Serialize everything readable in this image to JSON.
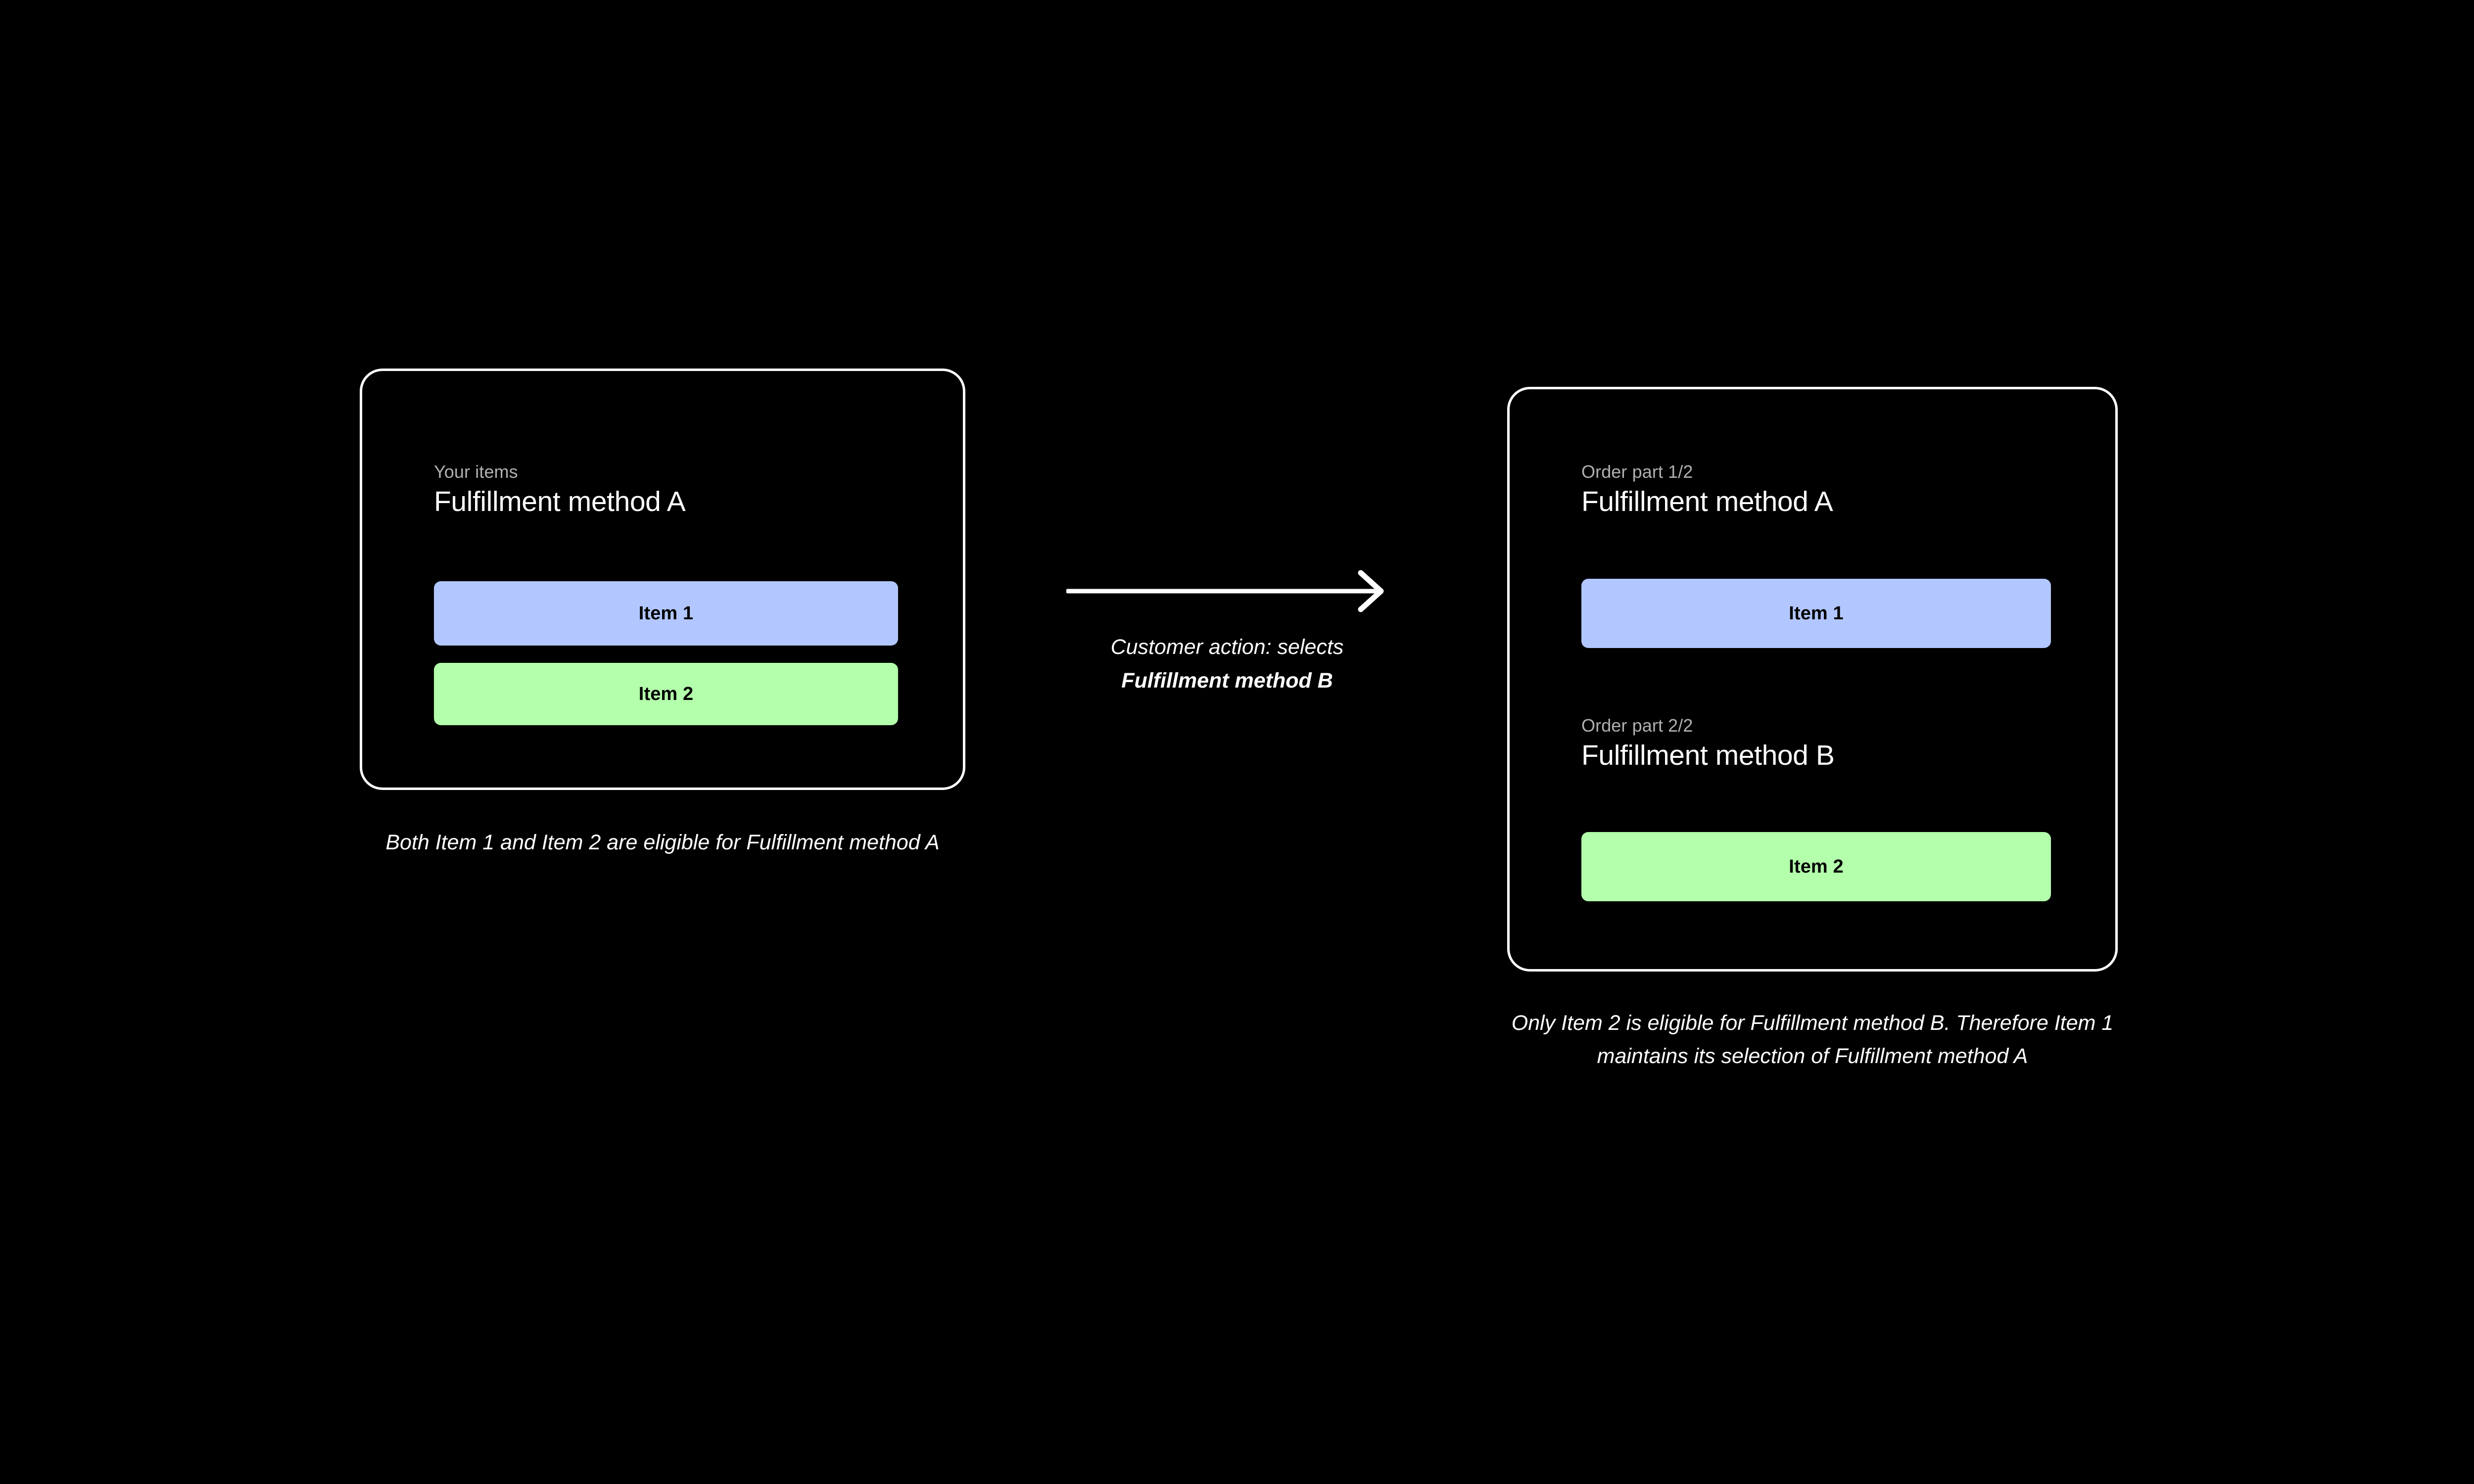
{
  "colors": {
    "background": "#000000",
    "card_border": "#ffffff",
    "text_primary": "#ffffff",
    "text_muted": "#b0b0b0",
    "chip_item1": "#b2c7ff",
    "chip_item2": "#b3ffab",
    "chip_text": "#000000",
    "arrow": "#ffffff"
  },
  "before": {
    "section": {
      "eyebrow": "Your items",
      "heading": "Fulfillment method A"
    },
    "chips": [
      {
        "label": "Item 1",
        "color": "#b2c7ff"
      },
      {
        "label": "Item 2",
        "color": "#b3ffab"
      }
    ],
    "caption": "Both Item 1 and Item 2 are eligible for Fulfillment method A"
  },
  "transition": {
    "arrow_icon": "arrow-right-icon",
    "note_prefix": "Customer action: selects ",
    "note_emphasis": "Fulfillment method B"
  },
  "after": {
    "sections": [
      {
        "eyebrow": "Order part 1/2",
        "heading": "Fulfillment method A",
        "chip": {
          "label": "Item 1",
          "color": "#b2c7ff"
        }
      },
      {
        "eyebrow": "Order part 2/2",
        "heading": "Fulfillment method B",
        "chip": {
          "label": "Item 2",
          "color": "#b3ffab"
        }
      }
    ],
    "caption": "Only Item 2 is eligible for Fulfillment method B. Therefore Item 1 maintains its selection of Fulfillment method A"
  }
}
